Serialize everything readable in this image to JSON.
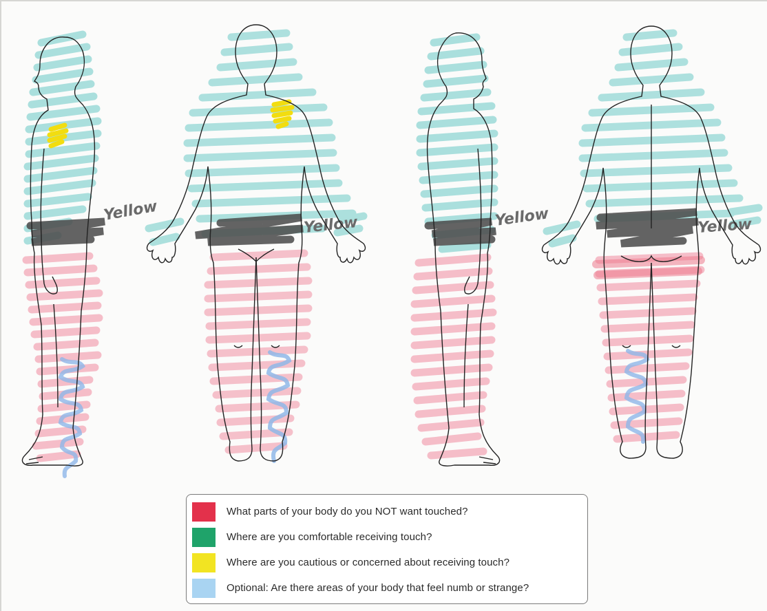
{
  "colors": {
    "red": "#e3314b",
    "green": "#1fa36a",
    "yellow": "#f2e422",
    "blue": "#a9d4f2",
    "teal_marker": "#8fd6d3",
    "pink_marker": "#f2a3b2",
    "gray_marker": "#4d4d4d",
    "yellow_marker": "#f2dd10",
    "outline": "#222222"
  },
  "annotations": {
    "fig1": "Yellow",
    "fig2": "Yellow",
    "fig3": "Yellow",
    "fig4": "Yellow"
  },
  "figures": [
    {
      "view": "side-left",
      "icon": "body-outline-side-icon"
    },
    {
      "view": "front",
      "icon": "body-outline-front-icon"
    },
    {
      "view": "side-right",
      "icon": "body-outline-side-icon"
    },
    {
      "view": "back",
      "icon": "body-outline-back-icon"
    }
  ],
  "legend": {
    "items": [
      {
        "color": "#e3314b",
        "label": "What parts of your body do you NOT want touched?"
      },
      {
        "color": "#1fa36a",
        "label": "Where are you comfortable receiving touch?"
      },
      {
        "color": "#f2e422",
        "label": "Where are you cautious or concerned about receiving touch?"
      },
      {
        "color": "#a9d4f2",
        "label": "Optional: Are there areas of your body that feel numb or strange?"
      }
    ]
  }
}
